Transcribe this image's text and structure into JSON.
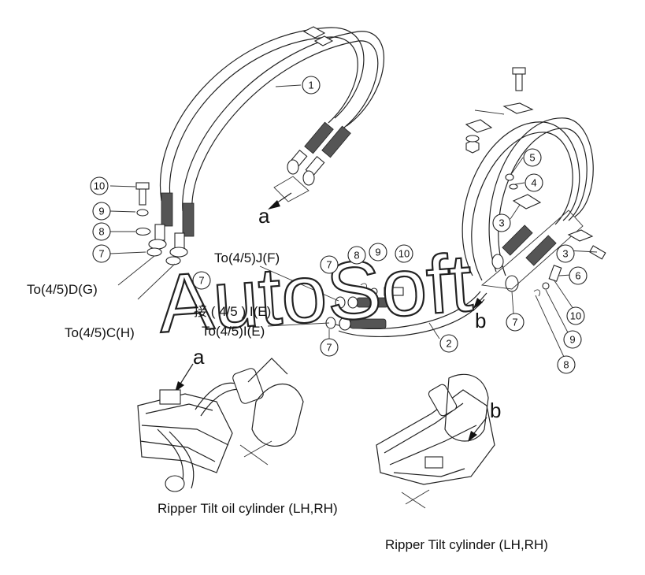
{
  "watermark": "AutoSoft",
  "callouts": {
    "c1": "1",
    "c2": "2",
    "c3a": "3",
    "c3b": "3",
    "c4": "4",
    "c5": "5",
    "c6": "6",
    "c7a": "7",
    "c7b": "7",
    "c7c": "7",
    "c7d": "7",
    "c7e": "7",
    "c8a": "8",
    "c8b": "8",
    "c8c": "8",
    "c9a": "9",
    "c9b": "9",
    "c9c": "9",
    "c10a": "10",
    "c10b": "10",
    "c10c": "10"
  },
  "labels": {
    "to_dg": "To(4/5)D(G)",
    "to_ch": "To(4/5)C(H)",
    "to_jf": "To(4/5)J(F)",
    "jie_ie": "接 ( 4/5 ) I(E)",
    "to_ie": "To(4/5)I(E)",
    "letter_a_top": "a",
    "letter_a_bottom": "a",
    "letter_b_right": "b",
    "letter_b_bottom": "b",
    "ripper_tilt_oil_cylinder": "Ripper Tilt oil cylinder (LH,RH)",
    "ripper_tilt_cylinder": "Ripper Tilt cylinder (LH,RH)"
  }
}
